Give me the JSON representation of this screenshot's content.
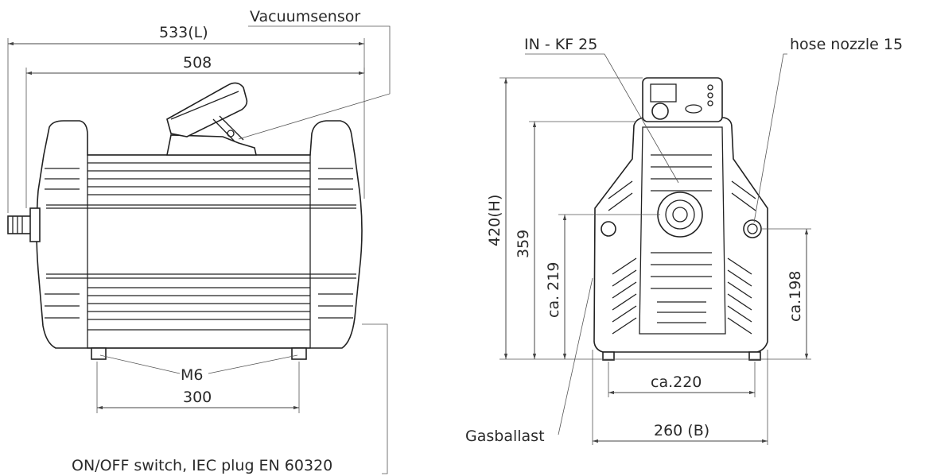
{
  "side_view": {
    "dim_length": "533(L)",
    "dim_inner": "508",
    "dim_feet": "300",
    "vacuumsensor": "Vacuumsensor",
    "m6": "M6",
    "switch": "ON/OFF switch, IEC plug EN 60320"
  },
  "front_view": {
    "inlet": "IN - KF 25",
    "hose": "hose nozzle 15",
    "height": "420(H)",
    "h359": "359",
    "h219": "ca. 219",
    "h198": "ca.198",
    "w220": "ca.220",
    "width": "260 (B)",
    "gasballast": "Gasballast"
  }
}
